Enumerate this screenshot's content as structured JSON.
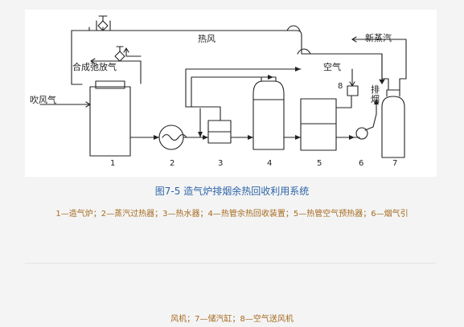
{
  "figure": {
    "labels": {
      "blow_air": "吹风气",
      "syngas_vent": "合成弛放气",
      "hot_air": "热风",
      "air": "空气",
      "new_steam": "新蒸汽",
      "flue_gas": "排\n烟"
    },
    "units": [
      {
        "id": "1",
        "name": "造气炉"
      },
      {
        "id": "2",
        "name": "蒸汽过热器"
      },
      {
        "id": "3",
        "name": "热水器"
      },
      {
        "id": "4",
        "name": "热管余热回收装置"
      },
      {
        "id": "5",
        "name": "热管空气预热器"
      },
      {
        "id": "6",
        "name": "烟气引风机"
      },
      {
        "id": "7",
        "name": "储汽缸"
      },
      {
        "id": "8",
        "name": "空气送风机"
      }
    ]
  },
  "caption": "图7-5 造气炉排烟余热回收利用系统",
  "legend": {
    "line1": "1—造气炉；2—蒸汽过热器；3—热水器；4—热管余热回收装置；5—热管空气预热器；6—烟气引",
    "line2": "风机；7—储汽缸；8—空气送风机"
  }
}
